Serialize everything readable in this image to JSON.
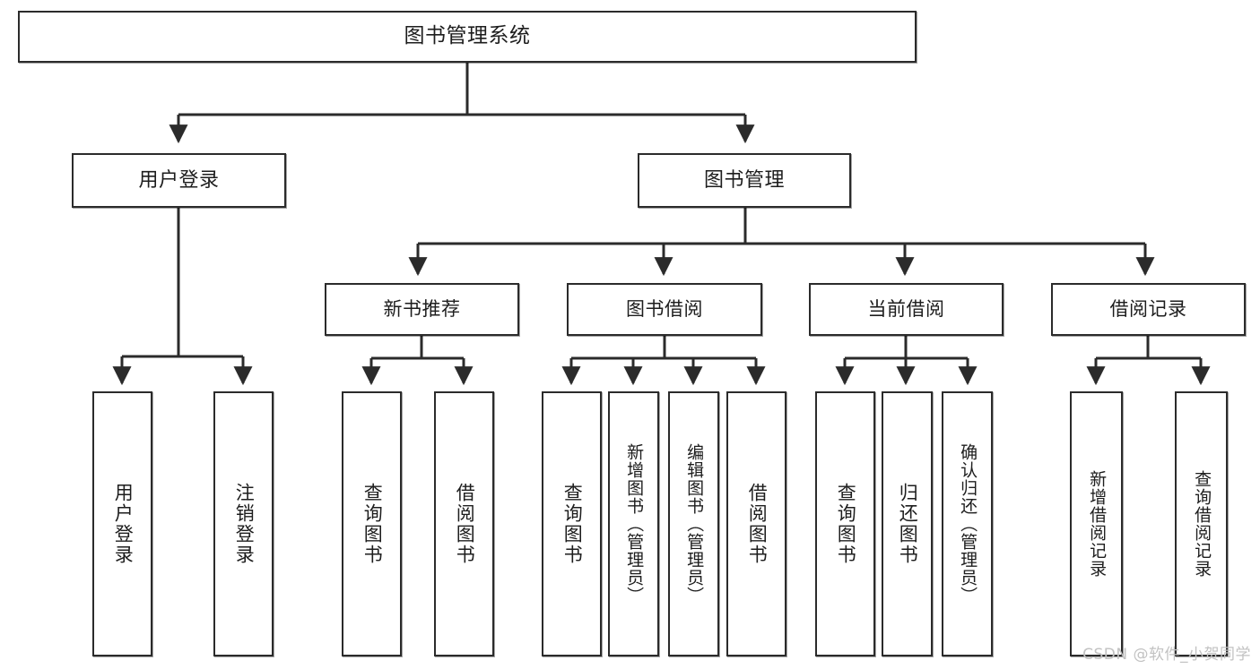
{
  "diagram": {
    "title": "图书管理系统",
    "watermark": "CSDN @软件_小贺同学",
    "stroke_color": "#2b2b2b",
    "fill_color": "#ffffff",
    "text_color": "#1d1d1d",
    "watermark_color": "#c2c2c2",
    "root": {
      "label": "图书管理系统"
    },
    "level2": [
      {
        "label": "用户登录"
      },
      {
        "label": "图书管理"
      }
    ],
    "level3": [
      {
        "label": "新书推荐"
      },
      {
        "label": "图书借阅"
      },
      {
        "label": "当前借阅"
      },
      {
        "label": "借阅记录"
      }
    ],
    "leaves": [
      {
        "label": "用户登录"
      },
      {
        "label": "注销登录"
      },
      {
        "label": "查询图书"
      },
      {
        "label": "借阅图书"
      },
      {
        "label": "查询图书"
      },
      {
        "label": "新增图书（管理员）"
      },
      {
        "label": "编辑图书（管理员）"
      },
      {
        "label": "借阅图书"
      },
      {
        "label": "查询图书"
      },
      {
        "label": "归还图书"
      },
      {
        "label": "确认归还（管理员）"
      },
      {
        "label": "新增借阅记录"
      },
      {
        "label": "查询借阅记录"
      }
    ]
  }
}
